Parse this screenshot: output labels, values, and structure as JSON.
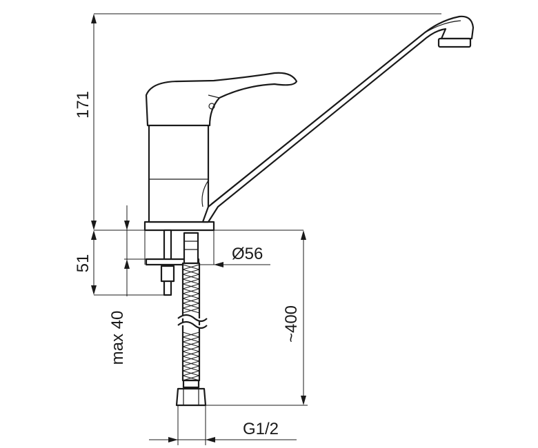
{
  "dimensions": {
    "height_total": "171",
    "deck_thickness": "51",
    "max_counter": "max 40",
    "diameter": "Ø56",
    "hose_length": "~400",
    "thread": "G1/2"
  }
}
